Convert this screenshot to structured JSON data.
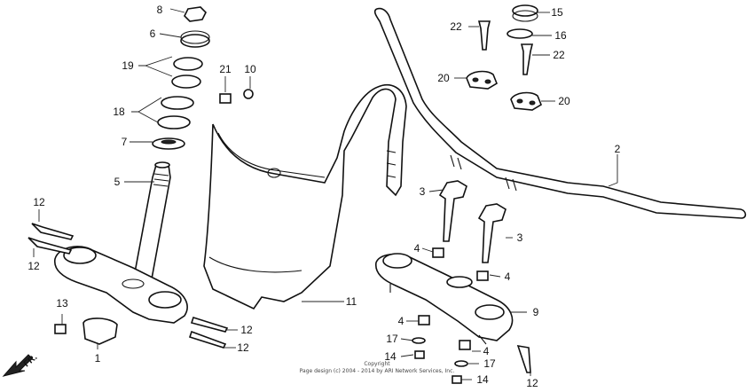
{
  "callouts": [
    "8",
    "6",
    "19",
    "21",
    "10",
    "18",
    "7",
    "5",
    "12",
    "12",
    "13",
    "1",
    "11",
    "12",
    "12",
    "22",
    "15",
    "16",
    "22",
    "20",
    "20",
    "2",
    "3",
    "3",
    "4",
    "4",
    "4",
    "9",
    "17",
    "14",
    "4",
    "17",
    "14",
    "12"
  ],
  "copyright": [
    "Copyright",
    "Page design (c) 2004 - 2014 by ARI Network Services, Inc."
  ],
  "direction_label": "FR."
}
